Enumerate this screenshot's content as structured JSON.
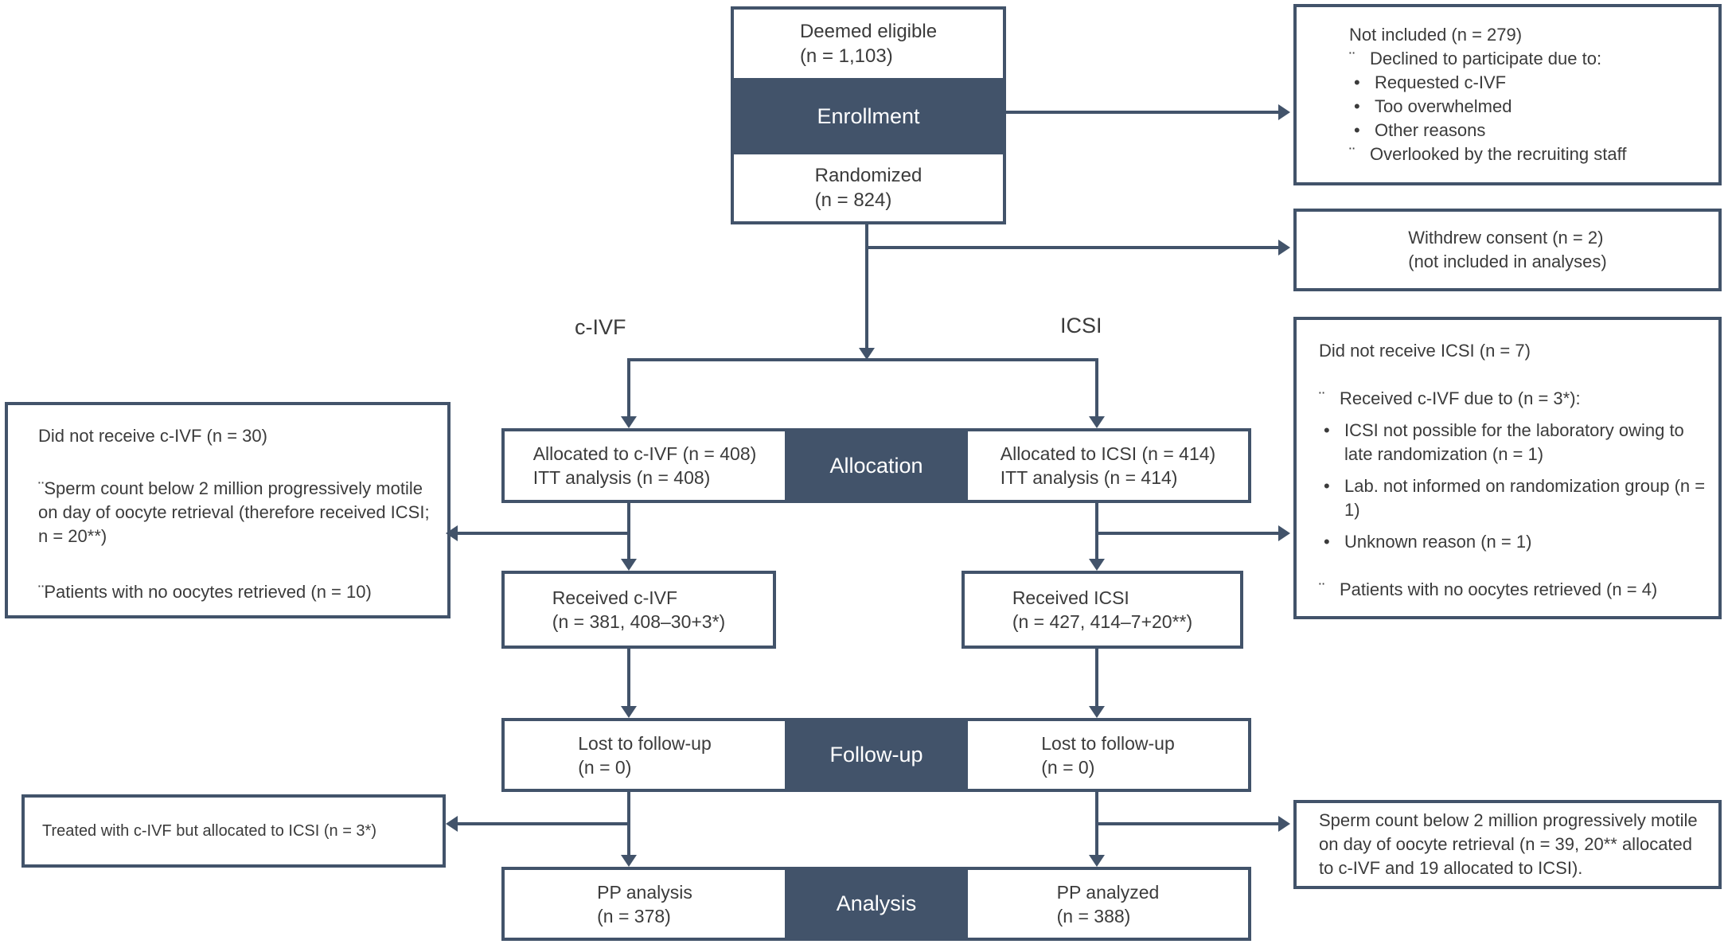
{
  "colors": {
    "navy": "#42536a",
    "text": "#3b3b3b",
    "box_bg": "#ffffff"
  },
  "glyphs": {
    "dots": "¨",
    "bullet": "•"
  },
  "arm_labels": {
    "left": "c-IVF",
    "right": "ICSI"
  },
  "enrollment_stack": {
    "eligible_line1": "Deemed eligible",
    "eligible_line2": "(n = 1,103)",
    "band": "Enrollment",
    "randomized_line1": "Randomized",
    "randomized_line2": "(n = 824)"
  },
  "allocation_row": {
    "band": "Allocation",
    "left": {
      "line1": "Allocated to c-IVF (n = 408)",
      "line2": "ITT analysis (n = 408)"
    },
    "right": {
      "line1": "Allocated to ICSI (n = 414)",
      "line2": "ITT analysis (n = 414)"
    }
  },
  "received_row": {
    "left": {
      "line1": "Received c-IVF",
      "line2": "(n = 381, 408–30+3*)"
    },
    "right": {
      "line1": "Received ICSI",
      "line2": "(n = 427, 414–7+20**)"
    }
  },
  "followup_row": {
    "band": "Follow-up",
    "left": {
      "line1": "Lost to follow-up",
      "line2": "(n = 0)"
    },
    "right": {
      "line1": "Lost to follow-up",
      "line2": "(n = 0)"
    }
  },
  "analysis_row": {
    "band": "Analysis",
    "left": {
      "line1": "PP analysis",
      "line2": "(n = 378)"
    },
    "right": {
      "line1": "PP analyzed",
      "line2": "(n = 388)"
    }
  },
  "left_column": {
    "not_received_civf": {
      "title": "Did not receive c-IVF (n = 30)",
      "item1": "¨Sperm count below 2 million progressively motile on day of oocyte retrieval (therefore received ICSI; n = 20**)",
      "item2": "¨Patients with no oocytes retrieved (n = 10)"
    },
    "treated_civf": {
      "text": "Treated with c-IVF but allocated to ICSI (n = 3*)"
    }
  },
  "right_column": {
    "not_included": {
      "title": "Not included (n = 279)",
      "sub1": "Declined to participate due to:",
      "bullets": [
        "Requested c-IVF",
        "Too overwhelmed",
        "Other reasons"
      ],
      "sub2": "Overlooked by the recruiting staff"
    },
    "withdrew": {
      "line1": "Withdrew consent (n = 2)",
      "line2": "(not included in analyses)"
    },
    "not_received_icsi": {
      "title": "Did not receive ICSI (n = 7)",
      "sub1": "Received c-IVF due to (n = 3*):",
      "bullets": [
        "ICSI not possible for the laboratory owing to late randomization (n = 1)",
        "Lab. not informed on randomization group (n = 1)",
        "Unknown reason (n = 1)"
      ],
      "sub2": "Patients with no oocytes retrieved (n = 4)"
    },
    "sperm_count": {
      "text": "Sperm count below 2 million progressively motile on day of oocyte retrieval (n = 39, 20** allocated to c-IVF and 19 allocated to ICSI)."
    }
  }
}
